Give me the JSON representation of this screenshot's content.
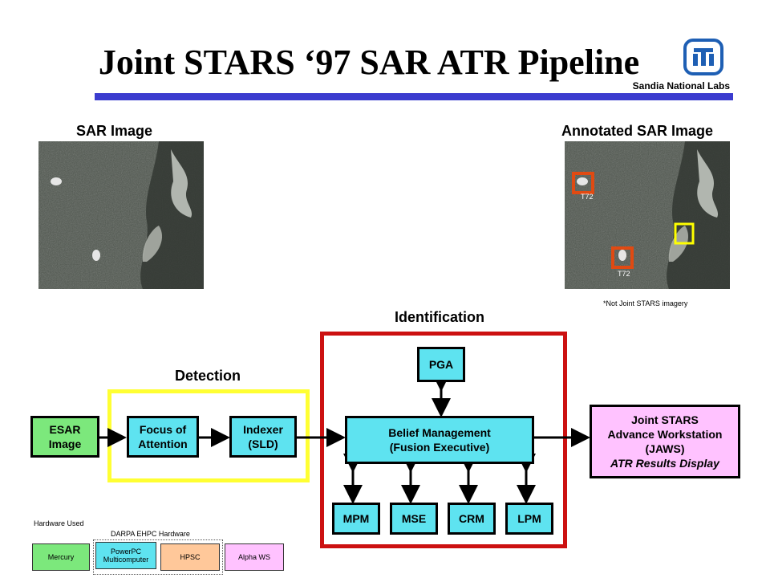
{
  "header": {
    "title": "Joint STARS ‘97 SAR ATR Pipeline",
    "org": "Sandia National Labs",
    "accent_bar_color": "#3b3ccf",
    "logo_icon": "sandia-thunderbird-logo"
  },
  "images": {
    "left_title": "SAR Image",
    "right_title": "Annotated SAR Image",
    "target_label_1": "T72",
    "target_label_2": "T72",
    "footnote": "*Not Joint STARS imagery"
  },
  "sections": {
    "identification": "Identification",
    "detection": "Detection"
  },
  "blocks": {
    "esar": "ESAR\nImage",
    "focus": "Focus of\nAttention",
    "indexer": "Indexer\n(SLD)",
    "belief": "Belief Management\n(Fusion Executive)",
    "pga": "PGA",
    "mpm": "MPM",
    "mse": "MSE",
    "crm": "CRM",
    "lpm": "LPM",
    "jaws_line1": "Joint STARS",
    "jaws_line2": "Advance Workstation",
    "jaws_line3": "(JAWS)",
    "jaws_line4": "ATR Results Display"
  },
  "hardware": {
    "used_label": "Hardware Used",
    "darpa_label": "DARPA EHPC Hardware",
    "mercury": "Mercury",
    "powerpc": "PowerPC Multicomputer",
    "hpsc": "HPSC",
    "alpha": "Alpha WS",
    "colors": {
      "mercury": "#7ce87c",
      "powerpc": "#5ee3f0",
      "hpsc": "#ffc89a",
      "alpha": "#ffc2ff"
    }
  },
  "colors": {
    "detection_border": "#ffff33",
    "identification_border": "#cc1111",
    "target_box_red": "#e04a12",
    "target_box_yellow": "#ffff00"
  }
}
